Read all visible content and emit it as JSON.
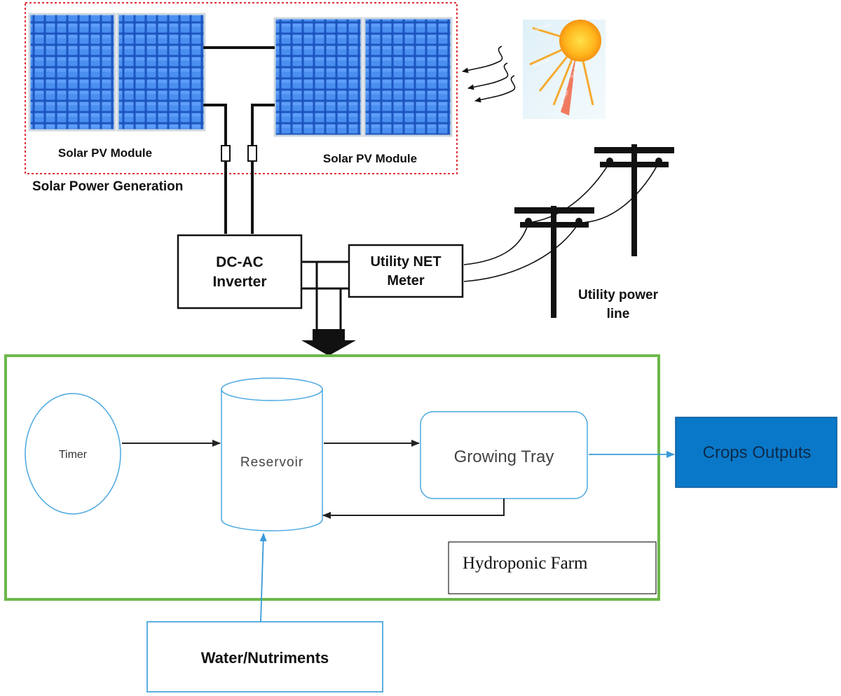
{
  "solar_section": {
    "title": "Solar Power Generation",
    "module_left_label": "Solar PV Module",
    "module_right_label": "Solar PV Module"
  },
  "electrical": {
    "inverter_line1": "DC-AC",
    "inverter_line2": "Inverter",
    "meter_line1": "Utility NET",
    "meter_line2": "Meter",
    "utility_line1": "Utility power",
    "utility_line2": "line"
  },
  "sun_rays": [
    "Sun Rays",
    "Sun Rays",
    "Sun Rays",
    "Sun Rays"
  ],
  "farm": {
    "label": "Hydroponic Farm",
    "timer": "Timer",
    "reservoir": "Reservoir",
    "growing_tray": "Growing Tray",
    "crops_outputs": "Crops Outputs",
    "water_nutriments": "Water/Nutriments"
  },
  "colors": {
    "solar_border": "#e0303a",
    "panel_blue": "#2f6fd8",
    "panel_cell": "#4a8ff0",
    "farm_border": "#6cb84a",
    "diagram_blue": "#4aa8e0",
    "crops_fill": "#0a78c8",
    "crops_border": "#0a5a9a",
    "sun_orange": "#f7a21b"
  }
}
